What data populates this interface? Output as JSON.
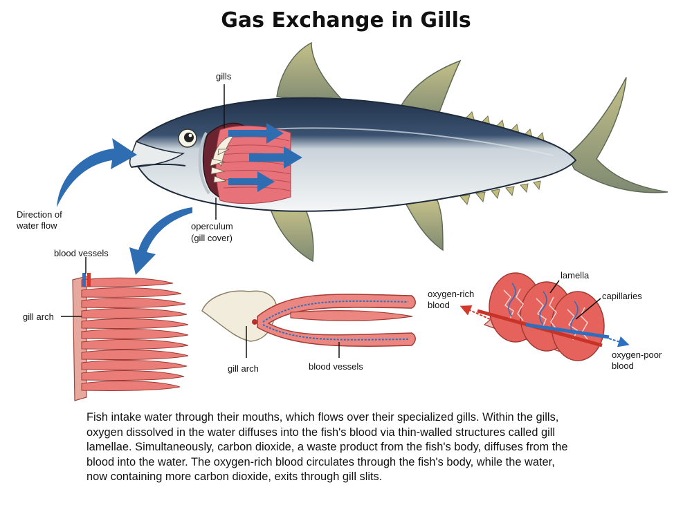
{
  "title": "Gas Exchange in Gills",
  "labels": {
    "gills": "gills",
    "water_flow_1": "Direction of",
    "water_flow_2": "water flow",
    "operculum_1": "operculum",
    "operculum_2": "(gill cover)",
    "blood_vessels_top": "blood vessels",
    "gill_arch_left": "gill arch",
    "gill_arch_mid": "gill arch",
    "blood_vessels_mid": "blood vessels",
    "lamella": "lamella",
    "capillaries": "capillaries",
    "oxygen_rich_1": "oxygen-rich",
    "oxygen_rich_2": "blood",
    "oxygen_poor_1": "oxygen-poor",
    "oxygen_poor_2": "blood"
  },
  "caption": [
    "Fish intake water through their mouths, which flows over their specialized gills. Within the gills,",
    "oxygen dissolved in the water diffuses into the fish's blood via thin-walled structures called gill",
    "lamellae. Simultaneously, carbon dioxide, a waste product from the fish's body, diffuses from the",
    "blood into the water. The oxygen-rich blood circulates through the fish's body, while the water,",
    "now containing more carbon dioxide, exits through gill slits."
  ],
  "side_id": "637187595",
  "colors": {
    "arrow_blue": "#2f6db3",
    "gill_red": "#e8727a",
    "fish_back": "#2c3d55",
    "fin_olive": "#b7b27a",
    "oxygen_rich_red": "#d33a2c",
    "oxygen_poor_blue": "#2d6fc0"
  }
}
